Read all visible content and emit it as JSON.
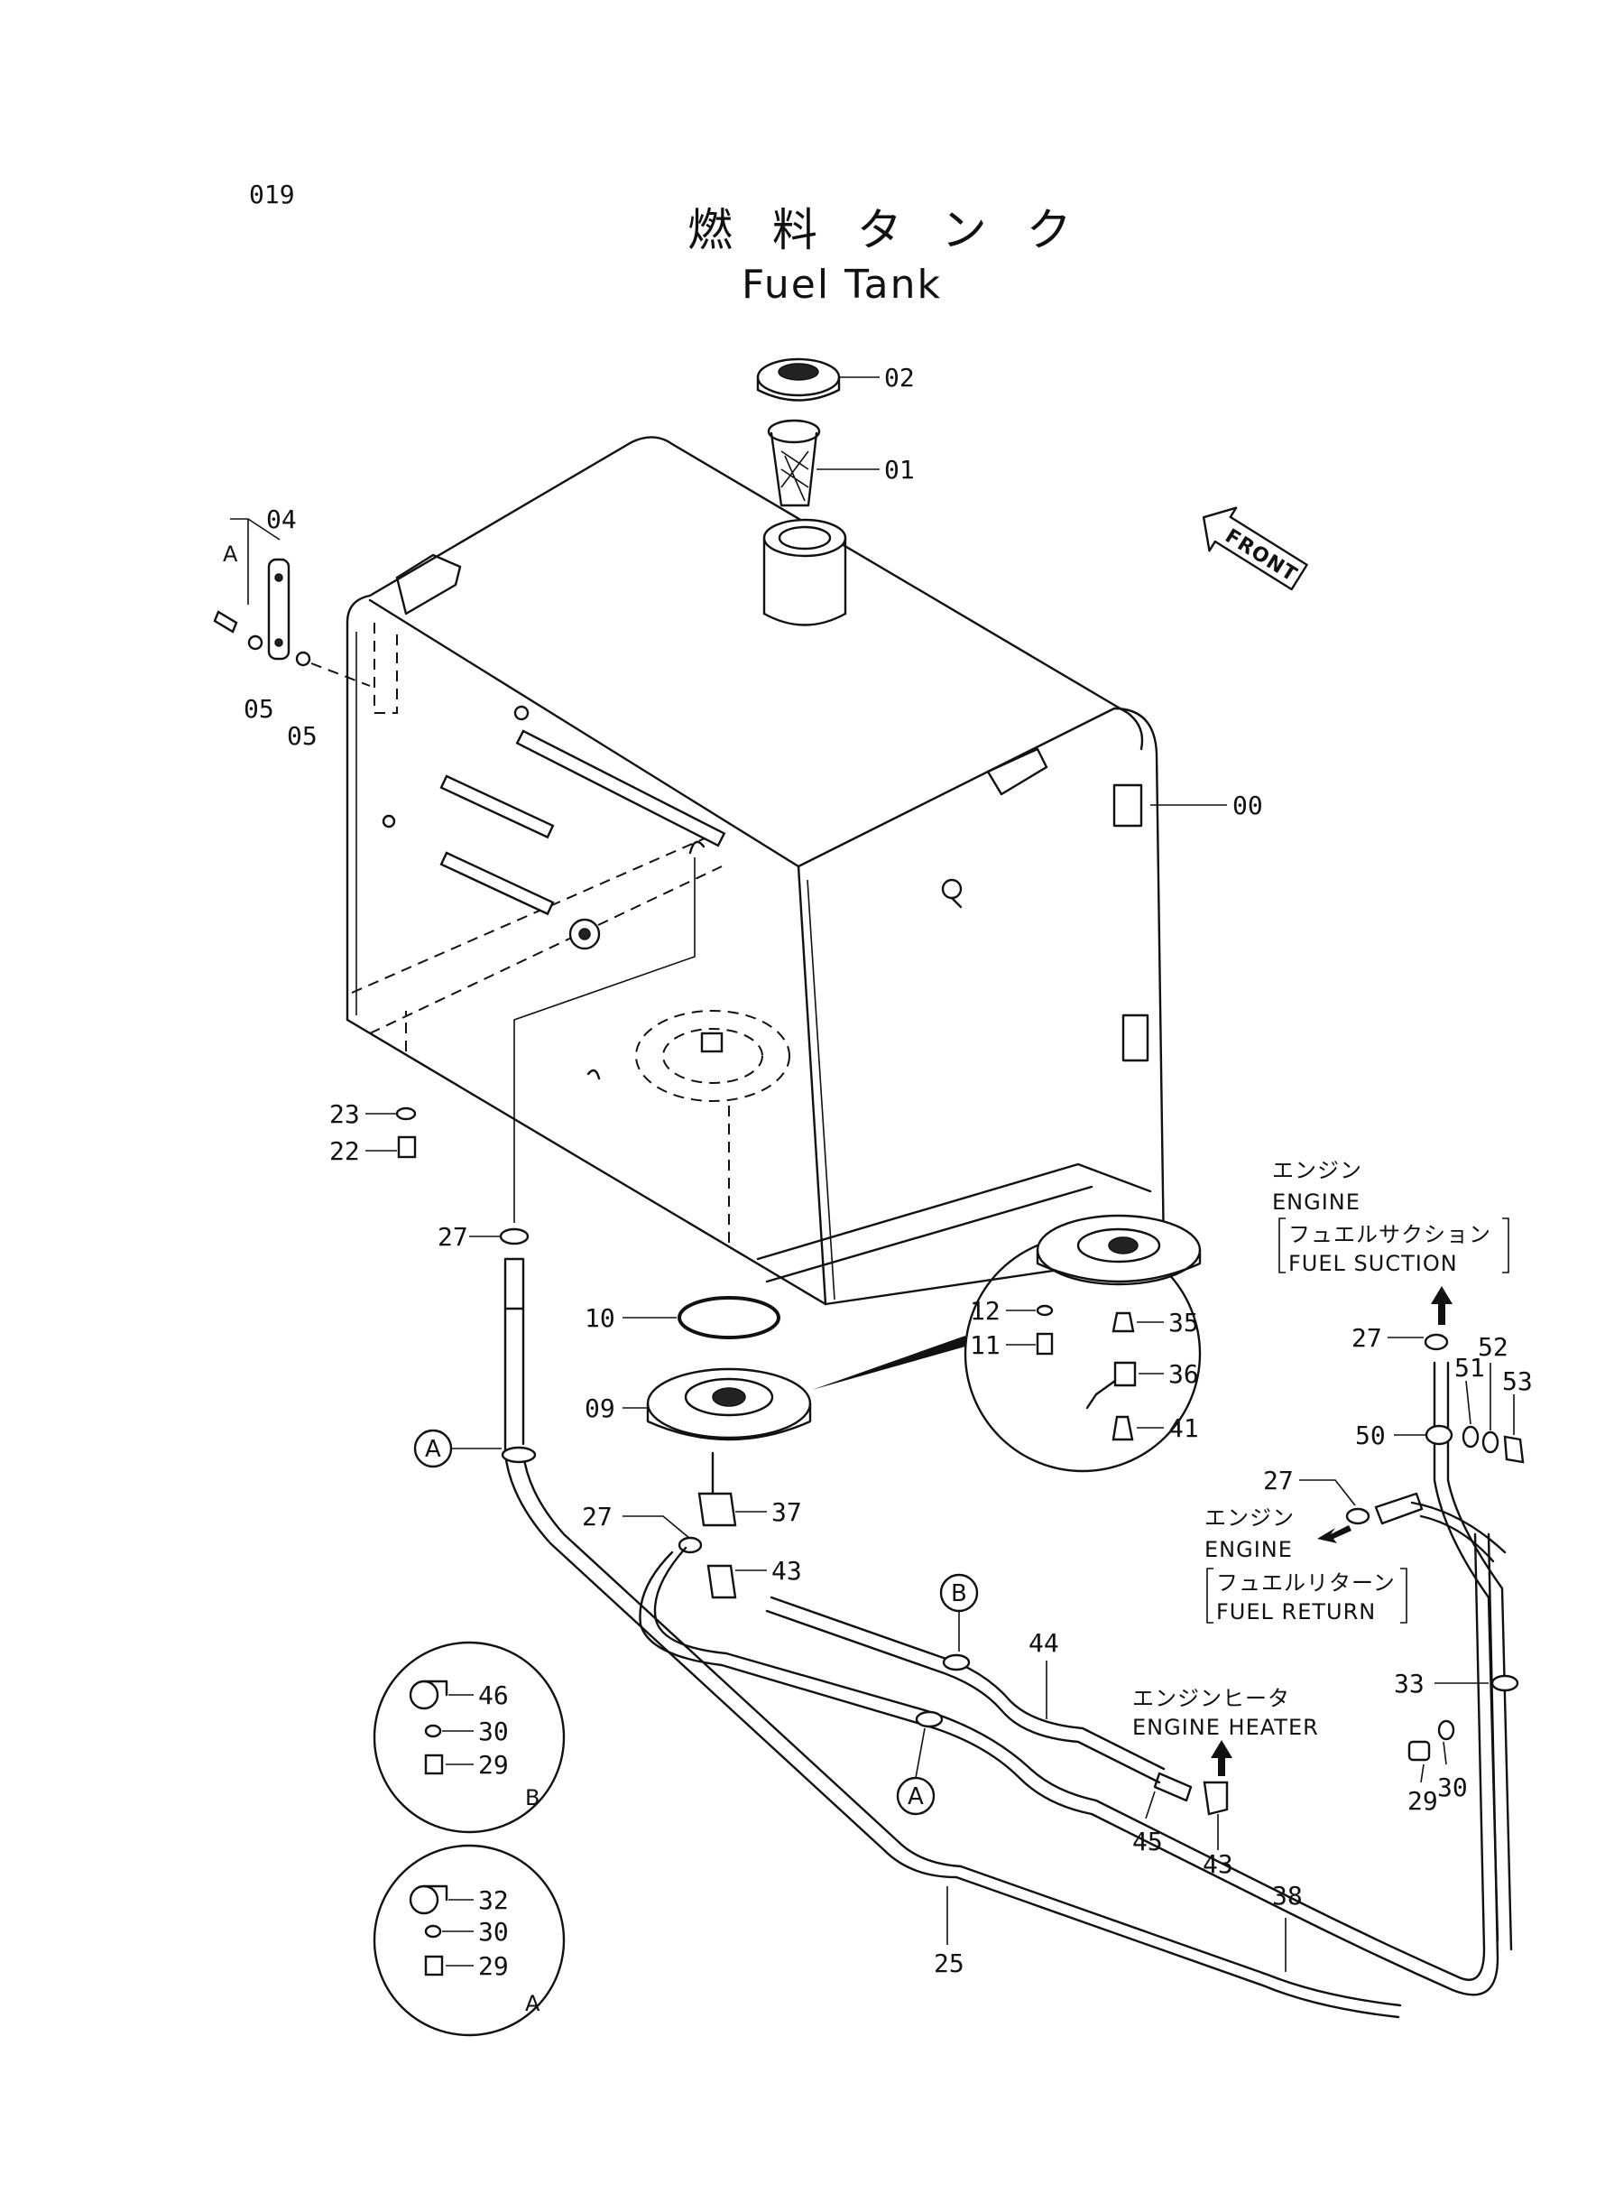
{
  "page_number": "019",
  "title_jp": "燃 料 タ ン ク",
  "title_en": "Fuel Tank",
  "front_label": "FRONT",
  "part_labels": {
    "p00": "00",
    "p01": "01",
    "p02": "02",
    "p04": "04",
    "p05a": "05",
    "p05b": "05",
    "p09": "09",
    "p10": "10",
    "p11": "11",
    "p12": "12",
    "p22": "22",
    "p23": "23",
    "p25": "25",
    "p27a": "27",
    "p27b": "27",
    "p27c": "27",
    "p27d": "27",
    "p29b": "29",
    "p29a": "29",
    "p29c": "29",
    "p30b": "30",
    "p30a": "30",
    "p30c": "30",
    "p32": "32",
    "p33": "33",
    "p35": "35",
    "p36": "36",
    "p37": "37",
    "p38": "38",
    "p41": "41",
    "p43a": "43",
    "p43b": "43",
    "p44": "44",
    "p45": "45",
    "p46": "46",
    "p50": "50",
    "p51": "51",
    "p52": "52",
    "p53": "53"
  },
  "callouts": {
    "clamp_a": "A",
    "clamp_b": "B",
    "detail_a": "A",
    "detail_b": "B",
    "bracket_a": "A"
  },
  "annotations": {
    "suction": {
      "jp": "エンジン",
      "en": "ENGINE",
      "jp2": "フュエルサクション",
      "en2": "FUEL SUCTION"
    },
    "return": {
      "jp": "エンジン",
      "en": "ENGINE",
      "jp2": "フュエルリターン",
      "en2": "FUEL RETURN"
    },
    "heater": {
      "jp": "エンジンヒータ",
      "en": "ENGINE HEATER"
    }
  }
}
